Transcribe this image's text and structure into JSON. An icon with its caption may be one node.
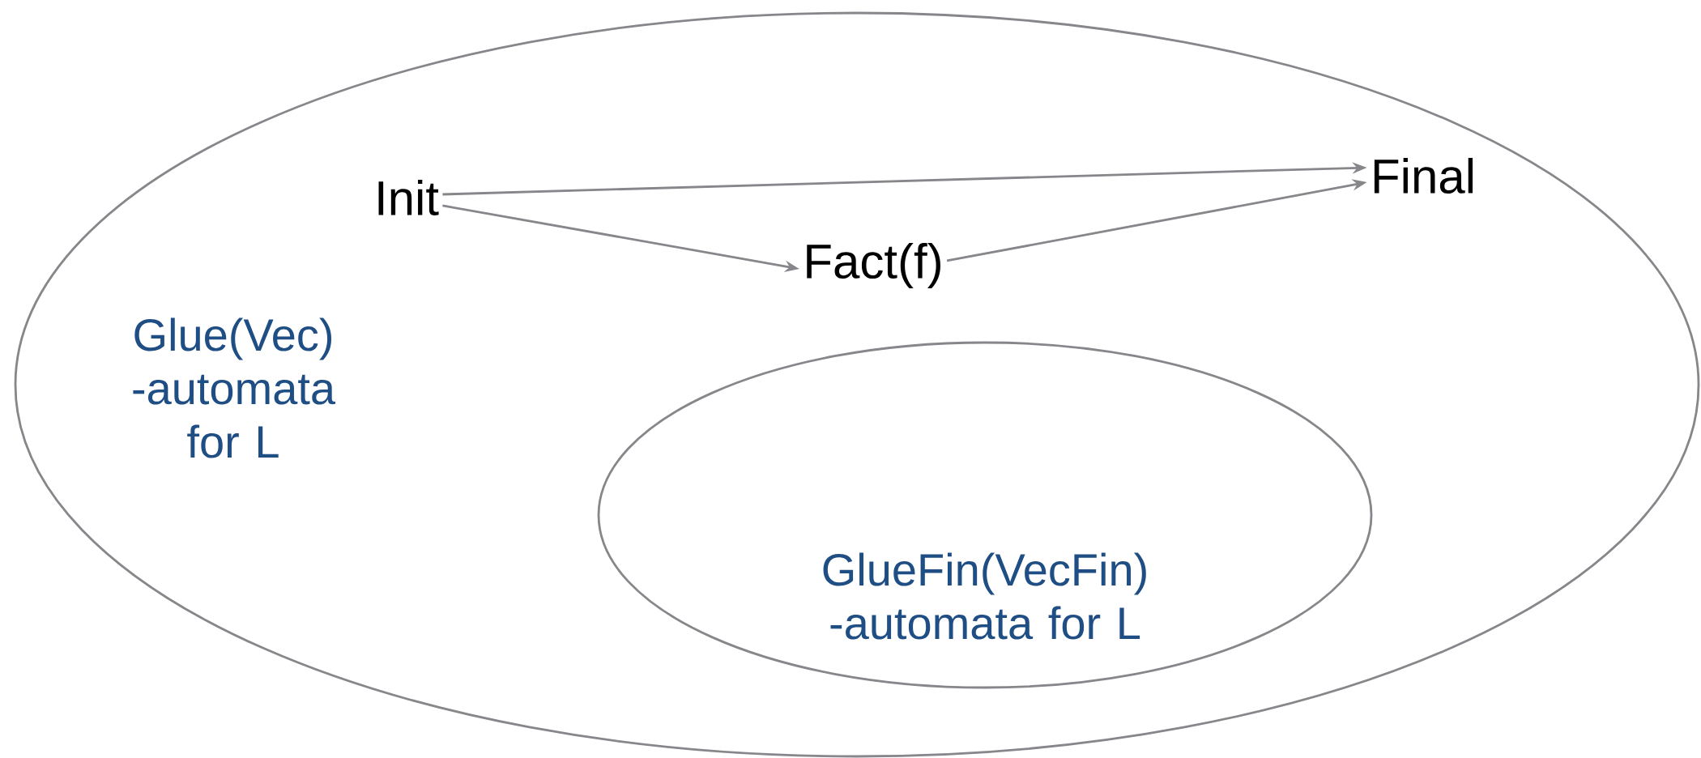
{
  "diagram": {
    "nodes": [
      {
        "text": [
          "Glue(Vec) -automata for L"
        ]
      },
      {
        "text": [
          "Init"
        ],
        "in": 0
      },
      {
        "text": [
          "Fact(f)"
        ],
        "in": 0
      },
      {
        "text": [
          "Final"
        ],
        "in": 0
      },
      {
        "text": [
          "GlueFin(VecFin) -automata for L"
        ],
        "in": 0
      }
    ],
    "edges": [
      {
        "from": 1,
        "to": 3,
        "arrow": "to"
      },
      {
        "from": 1,
        "to": 2,
        "arrow": "to"
      },
      {
        "from": 2,
        "to": 3,
        "arrow": "to"
      }
    ]
  }
}
